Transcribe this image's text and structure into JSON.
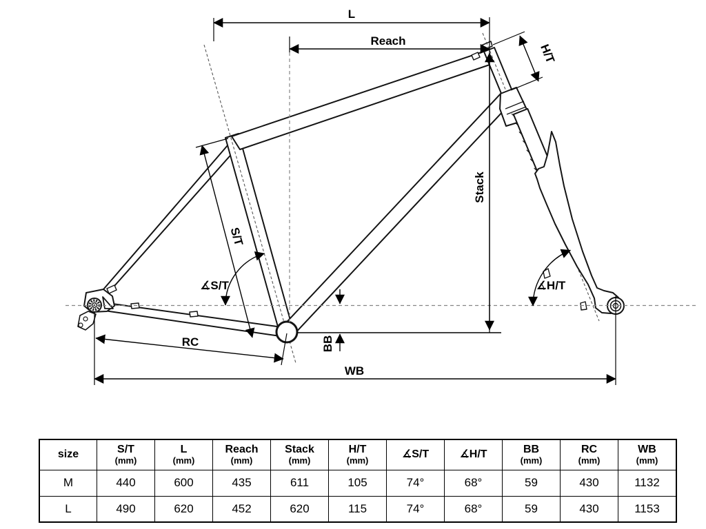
{
  "diagram": {
    "labels": {
      "l": "L",
      "reach": "Reach",
      "ht": "H/T",
      "stack": "Stack",
      "st": "S/T",
      "angle_st": "∡S/T",
      "angle_ht": "∡H/T",
      "bb": "BB",
      "rc": "RC",
      "wb": "WB"
    }
  },
  "table": {
    "columns": [
      {
        "label": "size",
        "unit": ""
      },
      {
        "label": "S/T",
        "unit": "(mm)"
      },
      {
        "label": "L",
        "unit": "(mm)"
      },
      {
        "label": "Reach",
        "unit": "(mm)"
      },
      {
        "label": "Stack",
        "unit": "(mm)"
      },
      {
        "label": "H/T",
        "unit": "(mm)"
      },
      {
        "label": "∡S/T",
        "unit": ""
      },
      {
        "label": "∡H/T",
        "unit": ""
      },
      {
        "label": "BB",
        "unit": "(mm)"
      },
      {
        "label": "RC",
        "unit": "(mm)"
      },
      {
        "label": "WB",
        "unit": "(mm)"
      }
    ],
    "rows": [
      {
        "size": "M",
        "values": [
          "440",
          "600",
          "435",
          "611",
          "105",
          "74°",
          "68°",
          "59",
          "430",
          "1132"
        ]
      },
      {
        "size": "L",
        "values": [
          "490",
          "620",
          "452",
          "620",
          "115",
          "74°",
          "68°",
          "59",
          "430",
          "1153"
        ]
      }
    ]
  }
}
